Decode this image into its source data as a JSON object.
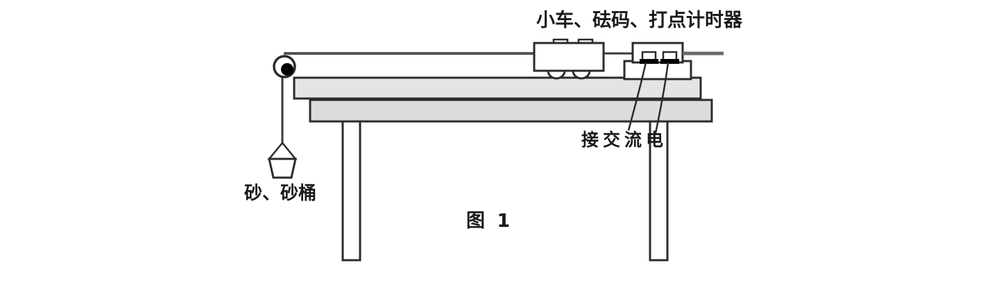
{
  "figure": {
    "caption": "图 1",
    "background_color": "#ffffff",
    "line_color": "#2b2b2b",
    "board_fill": "#e4e4e4",
    "table_fill": "#dcdcdc",
    "part_fill": "#ffffff",
    "accent_dark": "#000000"
  },
  "labels": {
    "cart_assembly": "小车、砝码、打点计时器",
    "ac_power": "接交流电",
    "sand_bucket": "砂、砂桶",
    "caption": "图 1"
  },
  "parts": {
    "pulley": "pulley-icon",
    "cart": "cart-icon",
    "weights": "weights-icon",
    "timer": "dot-timer-icon",
    "paper_tape": "paper-tape-icon",
    "string": "string-line",
    "bucket": "sand-bucket-icon",
    "track_board": "track-board",
    "table_top": "table-top",
    "table_leg_left": "table-leg-left",
    "table_leg_right": "table-leg-right",
    "leader_line_left": "leader-line-left",
    "leader_line_right": "leader-line-right"
  }
}
